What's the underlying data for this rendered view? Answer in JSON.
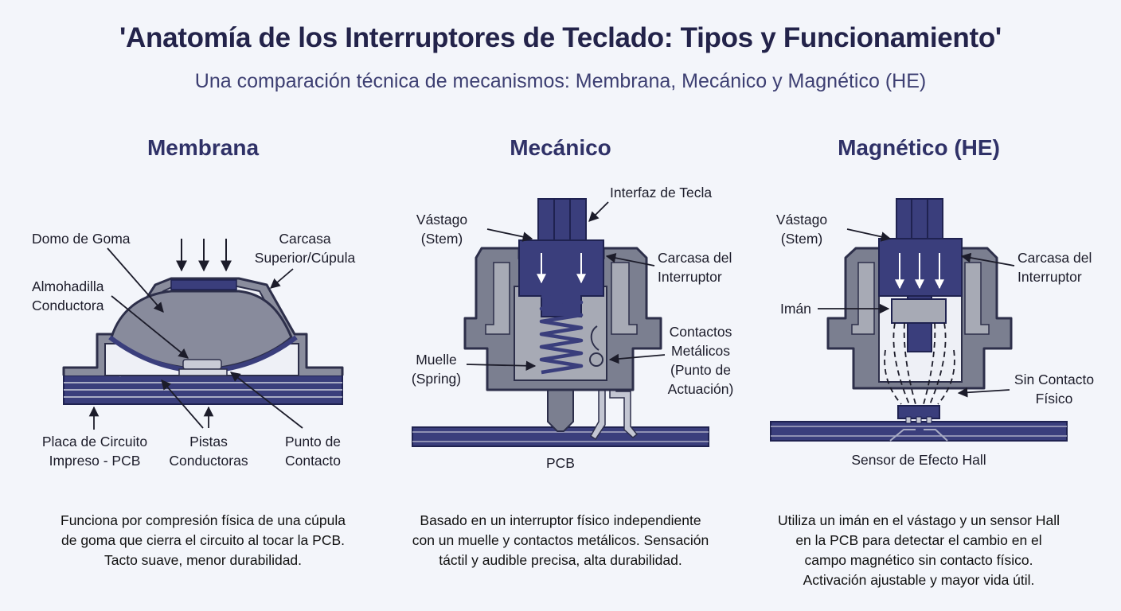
{
  "header": {
    "title": "'Anatomía de los Interruptores de Teclado: Tipos y Funcionamiento'",
    "subtitle": "Una comparación técnica de mecanismos: Membrana, Mecánico y Magnético (HE)"
  },
  "colors": {
    "navy": "#363a7a",
    "gray": "#7b7f90",
    "light_gray": "#a7aab5",
    "background": "#f3f5fa"
  },
  "membrana": {
    "title": "Membrana",
    "labels": {
      "domo": "Domo de Goma",
      "carcasa_1": "Carcasa",
      "carcasa_2": "Superior/Cúpula",
      "almohadilla_1": "Almohadilla",
      "almohadilla_2": "Conductora",
      "placa_1": "Placa de Circuito",
      "placa_2": "Impreso - PCB",
      "pistas_1": "Pistas",
      "pistas_2": "Conductoras",
      "punto_1": "Punto de",
      "punto_2": "Contacto"
    },
    "description": [
      "Funciona por compresión física de una cúpula",
      "de goma que cierra el circuito al tocar la PCB.",
      "Tacto suave, menor durabilidad."
    ]
  },
  "mecanico": {
    "title": "Mecánico",
    "labels": {
      "interfaz": "Interfaz de Tecla",
      "vastago_1": "Vástago",
      "vastago_2": "(Stem)",
      "carcasa_1": "Carcasa del",
      "carcasa_2": "Interruptor",
      "contactos_1": "Contactos",
      "contactos_2": "Metálicos",
      "contactos_3": "(Punto de",
      "contactos_4": "Actuación)",
      "muelle_1": "Muelle",
      "muelle_2": "(Spring)",
      "pcb": "PCB"
    },
    "description": [
      "Basado en un interruptor físico independiente",
      "con un muelle y contactos metálicos. Sensación",
      "táctil y audible precisa, alta durabilidad."
    ]
  },
  "magnetico": {
    "title": "Magnético (HE)",
    "labels": {
      "vastago_1": "Vástago",
      "vastago_2": "(Stem)",
      "carcasa_1": "Carcasa del",
      "carcasa_2": "Interruptor",
      "iman": "Imán",
      "sin_contacto_1": "Sin Contacto",
      "sin_contacto_2": "Físico",
      "sensor": "Sensor de Efecto Hall"
    },
    "description": [
      "Utiliza un imán en el vástago y un sensor Hall",
      "en la PCB para detectar el cambio en el",
      "campo magnético sin contacto físico.",
      "Activación ajustable y mayor vida útil."
    ]
  }
}
